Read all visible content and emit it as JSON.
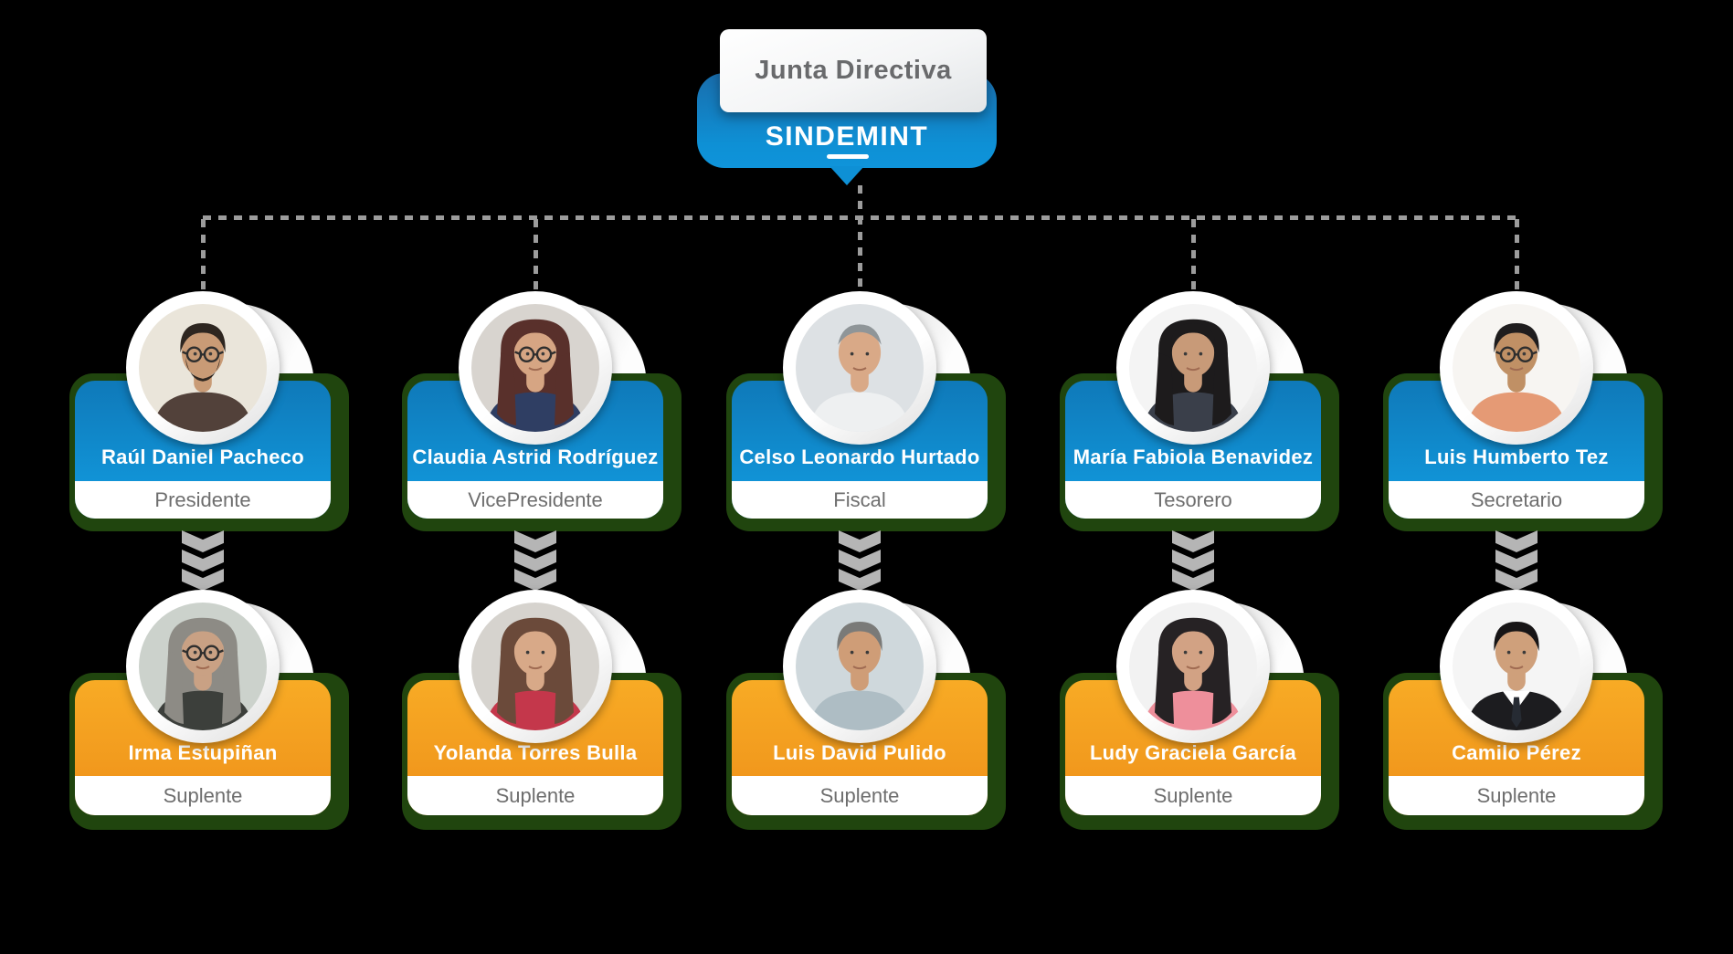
{
  "header": {
    "title": "Junta Directiva",
    "org": "SINDEMINT"
  },
  "palette": {
    "blue": "#0f8fd4",
    "orange": "#f29b1e",
    "green_shadow": "#20450e",
    "dash_gray": "#9c9c9c",
    "chevron_gray": "#b5b5b5",
    "name_text": "#ffffff",
    "role_text": "#6e6e6e",
    "title_text": "#696a6c"
  },
  "columns": [
    {
      "principal": {
        "name": "Raúl Daniel Pacheco",
        "role": "Presidente",
        "avatar": {
          "bg": "#eae5da",
          "hair": "short",
          "hairColor": "#2e2620",
          "skin": "#c99b76",
          "shirt": "#52413a",
          "glasses": true,
          "beard": true
        }
      },
      "suplente": {
        "name": "Irma Estupiñan",
        "role": "Suplente",
        "avatar": {
          "bg": "#ccd2cc",
          "hair": "long",
          "hairColor": "#8d8b85",
          "skin": "#c9a184",
          "shirt": "#3c3f3b",
          "glasses": true,
          "beard": false
        }
      }
    },
    {
      "principal": {
        "name": "Claudia Astrid Rodríguez",
        "role": "VicePresidente",
        "avatar": {
          "bg": "#d8d4cf",
          "hair": "long",
          "hairColor": "#59302b",
          "skin": "#d6a583",
          "shirt": "#2f3e63",
          "glasses": true,
          "beard": false
        }
      },
      "suplente": {
        "name": "Yolanda Torres Bulla",
        "role": "Suplente",
        "avatar": {
          "bg": "#d6d3ce",
          "hair": "long",
          "hairColor": "#6b4a3a",
          "skin": "#d8a988",
          "shirt": "#c4374b",
          "glasses": false,
          "beard": false
        }
      }
    },
    {
      "principal": {
        "name": "Celso Leonardo Hurtado",
        "role": "Fiscal",
        "avatar": {
          "bg": "#dde1e4",
          "hair": "bald",
          "hairColor": "#8f9598",
          "skin": "#d9a987",
          "shirt": "#eef0f1",
          "glasses": false,
          "beard": false
        }
      },
      "suplente": {
        "name": "Luis David Pulido",
        "role": "Suplente",
        "avatar": {
          "bg": "#cfd8dc",
          "hair": "short",
          "hairColor": "#7a7a78",
          "skin": "#cf9d77",
          "shirt": "#aebdc4",
          "glasses": false,
          "beard": false
        }
      }
    },
    {
      "principal": {
        "name": "María Fabiola Benavidez",
        "role": "Tesorero",
        "avatar": {
          "bg": "#f4f4f4",
          "hair": "long",
          "hairColor": "#1d1b1c",
          "skin": "#c89a78",
          "shirt": "#3a3f4a",
          "glasses": false,
          "beard": false
        }
      },
      "suplente": {
        "name": "Ludy Graciela García",
        "role": "Suplente",
        "avatar": {
          "bg": "#f2f2f2",
          "hair": "long",
          "hairColor": "#262224",
          "skin": "#d2a284",
          "shirt": "#ee8f9b",
          "glasses": false,
          "beard": false
        }
      }
    },
    {
      "principal": {
        "name": "Luis Humberto Tez",
        "role": "Secretario",
        "avatar": {
          "bg": "#f7f5f2",
          "hair": "short",
          "hairColor": "#1f1d1e",
          "skin": "#c09065",
          "shirt": "#e59a75",
          "glasses": true,
          "beard": false
        }
      },
      "suplente": {
        "name": "Camilo Pérez",
        "role": "Suplente",
        "avatar": {
          "bg": "#f5f5f5",
          "hair": "short",
          "hairColor": "#171516",
          "skin": "#cfa07b",
          "shirt": "#1c1c1f",
          "glasses": false,
          "beard": false,
          "suit": true
        }
      }
    }
  ]
}
